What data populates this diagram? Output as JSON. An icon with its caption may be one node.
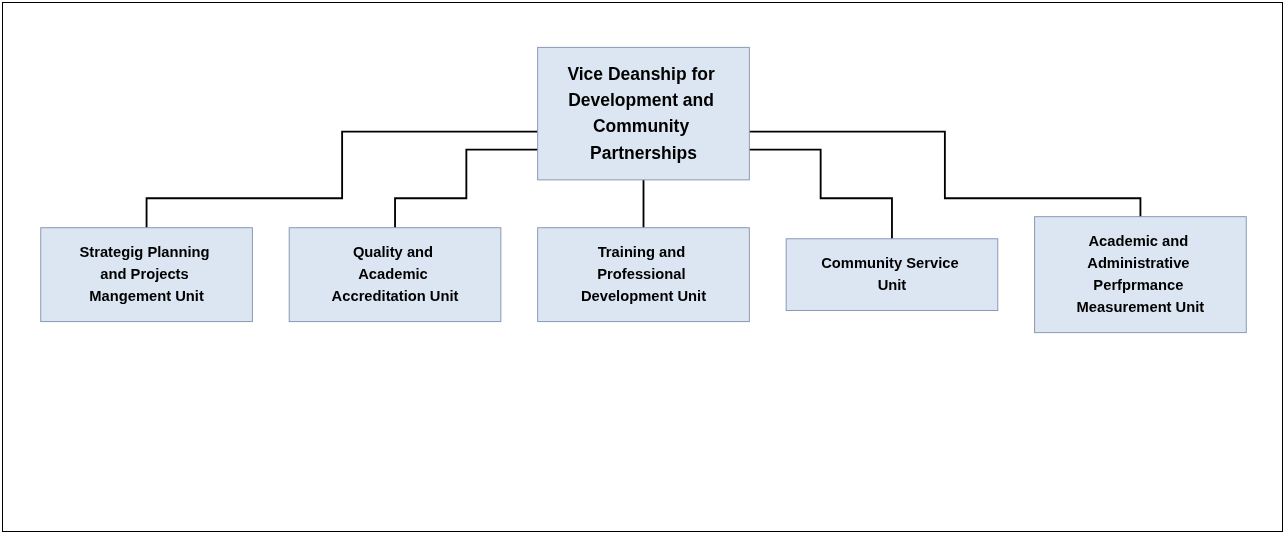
{
  "diagram": {
    "nodes": [
      {
        "text": [
          "Vice Deanship for Development and Community Partnerships"
        ]
      },
      {
        "text": [
          "Strategig Planning and Projects Mangement Unit"
        ]
      },
      {
        "text": [
          "Quality and Academic Accreditation Unit"
        ]
      },
      {
        "text": [
          "Training and Professional Development Unit"
        ]
      },
      {
        "text": [
          "Community Service Unit"
        ]
      },
      {
        "text": [
          "Academic and Administrative Perfprmance Measurement Unit"
        ]
      }
    ],
    "edges": [
      {
        "from": 0,
        "to": 1,
        "arrow": "none"
      },
      {
        "from": 0,
        "to": 2,
        "arrow": "none"
      },
      {
        "from": 0,
        "to": 3,
        "arrow": "none"
      },
      {
        "from": 0,
        "to": 4,
        "arrow": "none"
      },
      {
        "from": 0,
        "to": 5,
        "arrow": "none"
      }
    ]
  }
}
